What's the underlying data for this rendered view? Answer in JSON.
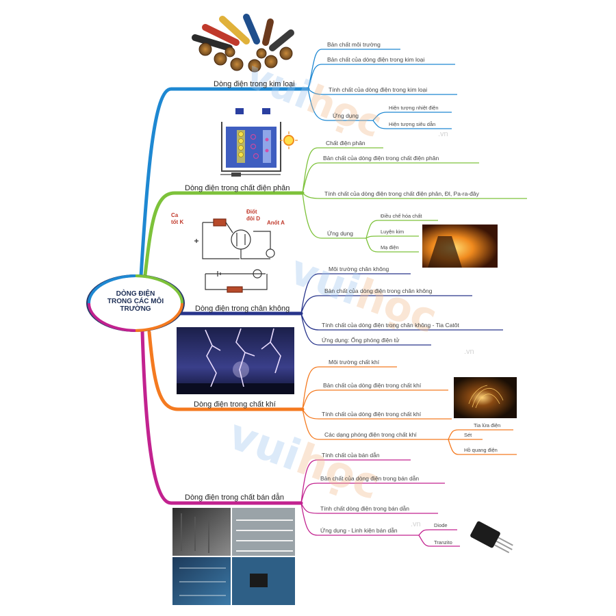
{
  "center": {
    "line1": "DÒNG ĐIỆN",
    "line2": "TRONG CÁC MÔI",
    "line3": "TRƯỜNG"
  },
  "watermark": {
    "v": "vui",
    "h": "học",
    "domain": ".vn"
  },
  "colors": {
    "kim_loai": "#1e88d2",
    "dien_phan": "#7dc23a",
    "chan_khong": "#27348b",
    "chat_khi": "#f47a20",
    "ban_dan": "#c2228f"
  },
  "branches": {
    "kim_loai": {
      "title": "Dòng điện trong kim loại",
      "items": [
        "Bản chất môi trường",
        "Bản chất của dòng điện trong kim loại",
        "Tính chất của dòng điện trong kim loại",
        "Ứng dụng"
      ],
      "sub": [
        "Hiện tượng nhiệt điện",
        "Hiện tượng siêu dẫn"
      ]
    },
    "dien_phan": {
      "title": "Dòng điện trong chất điện phân",
      "items": [
        "Chất điện phân",
        "Bản chất của dòng điện trong chất điện phân",
        "Tính chất của dòng điện trong chất điện phân, Đl, Pa-ra-đây",
        "Ứng dụng"
      ],
      "sub": [
        "Điều chế hóa chất",
        "Luyện kim",
        "Mạ điện"
      ]
    },
    "chan_khong": {
      "title": "Dòng điện trong chân không",
      "items": [
        "Môi trường chân không",
        "Bản chất của dòng điện trong chân không",
        "Tính chất của dòng điện trong chân không - Tia Catôt",
        "Ứng dụng: Ống phóng điện tử"
      ]
    },
    "chat_khi": {
      "title": "Dòng điện trong chất khí",
      "items": [
        "Môi trường chất khí",
        "Bản chất của dòng điện trong chất khí",
        "Tính chất của dòng điện trong chất khí",
        "Các dạng phóng điện trong chất khí"
      ],
      "sub": [
        "Tia lửa điện",
        "Sét",
        "Hồ quang điện"
      ]
    },
    "ban_dan": {
      "title": "Dòng điện trong chất bán dẫn",
      "items": [
        "Tính chất của bán dẫn",
        "Bản chất của dòng điện trong bán dẫn",
        "Tính chất dòng điện trong bán dẫn",
        "Ứng dụng - Linh kiện bán dẫn"
      ],
      "sub": [
        "Diode",
        "Tranzito"
      ]
    }
  },
  "circuit_labels": {
    "catot": "Ca",
    "catot2": "tốt K",
    "diode": "Điốt",
    "diode2": "đôi D",
    "anot": "Anốt A"
  }
}
